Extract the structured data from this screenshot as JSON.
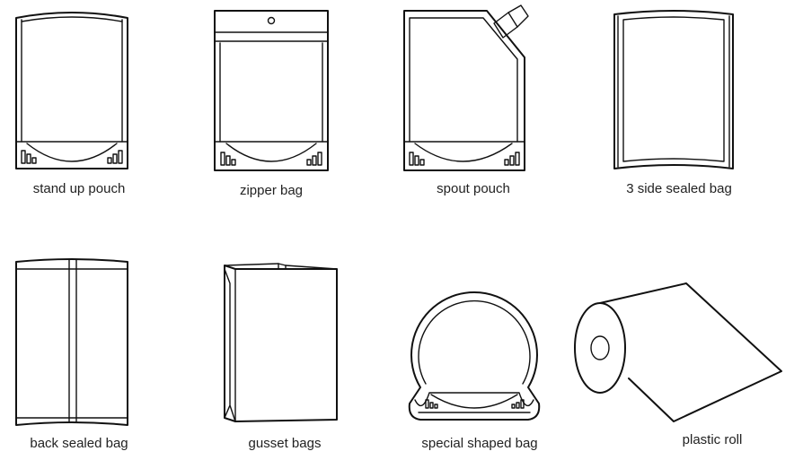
{
  "items": [
    {
      "label": "stand up pouch",
      "icon": "stand-up-pouch-icon"
    },
    {
      "label": "zipper bag",
      "icon": "zipper-bag-icon"
    },
    {
      "label": "spout pouch",
      "icon": "spout-pouch-icon"
    },
    {
      "label": "3 side sealed bag",
      "icon": "three-side-sealed-bag-icon"
    },
    {
      "label": "back sealed bag",
      "icon": "back-sealed-bag-icon"
    },
    {
      "label": "gusset bags",
      "icon": "gusset-bag-icon"
    },
    {
      "label": "special shaped bag",
      "icon": "special-shaped-bag-icon"
    },
    {
      "label": "plastic roll",
      "icon": "plastic-roll-icon"
    }
  ]
}
